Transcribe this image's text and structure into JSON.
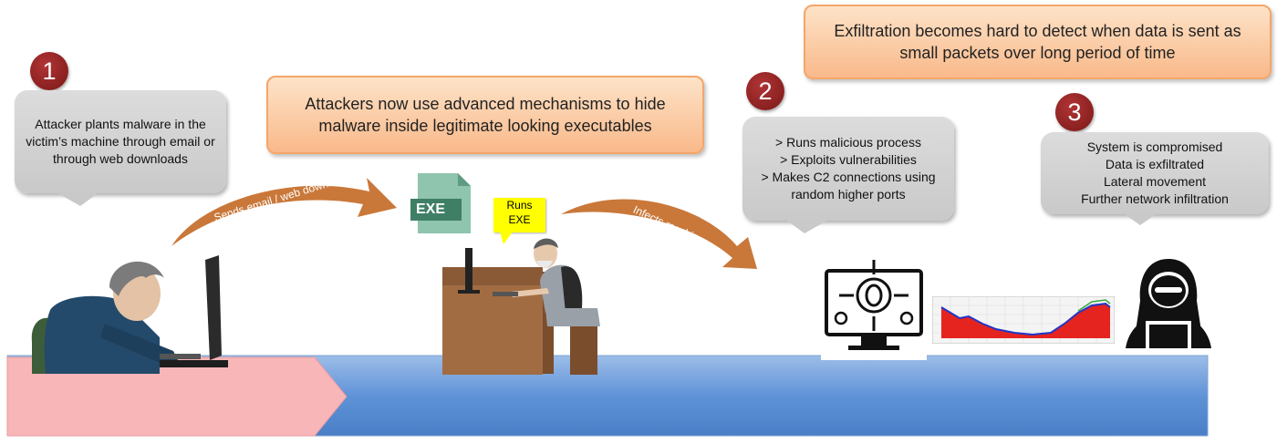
{
  "steps": [
    {
      "number": "1",
      "lines": [
        "Attacker plants malware in the",
        "victim’s machine through email or",
        "through web downloads"
      ]
    },
    {
      "number": "2",
      "lines": [
        "> Runs malicious process",
        "> Exploits vulnerabilities",
        "> Makes C2 connections using",
        "random higher ports"
      ]
    },
    {
      "number": "3",
      "lines": [
        "System is compromised",
        "Data is exfiltrated",
        "Lateral movement",
        "Further network infiltration"
      ]
    }
  ],
  "callouts": {
    "executables": [
      "Attackers now use advanced mechanisms to hide",
      "malware inside legitimate looking executables"
    ],
    "exfiltration": [
      "Exfiltration becomes hard to detect when data is sent as",
      "small packets over long period of time"
    ]
  },
  "arrows": {
    "email": "Sends email  / web download",
    "infect": "Infects machine"
  },
  "exe_icon": {
    "label": "EXE",
    "icon": "exe-file-icon"
  },
  "runs_note": [
    "Runs",
    "EXE"
  ],
  "icons": [
    "attacker-at-computer",
    "victim-at-desk",
    "bug-monitor-icon",
    "traffic-graph",
    "hacker-icon"
  ],
  "colors": {
    "step_circle": "#8b1f1f",
    "callout_fill": "#fbc99e",
    "bubble_fill": "#d4d4d4",
    "arrow": "#c8773b",
    "pink_stage": "#f8b6b8",
    "blue_stage": "#5b8fd6",
    "sticky_note": "#ffff00"
  }
}
